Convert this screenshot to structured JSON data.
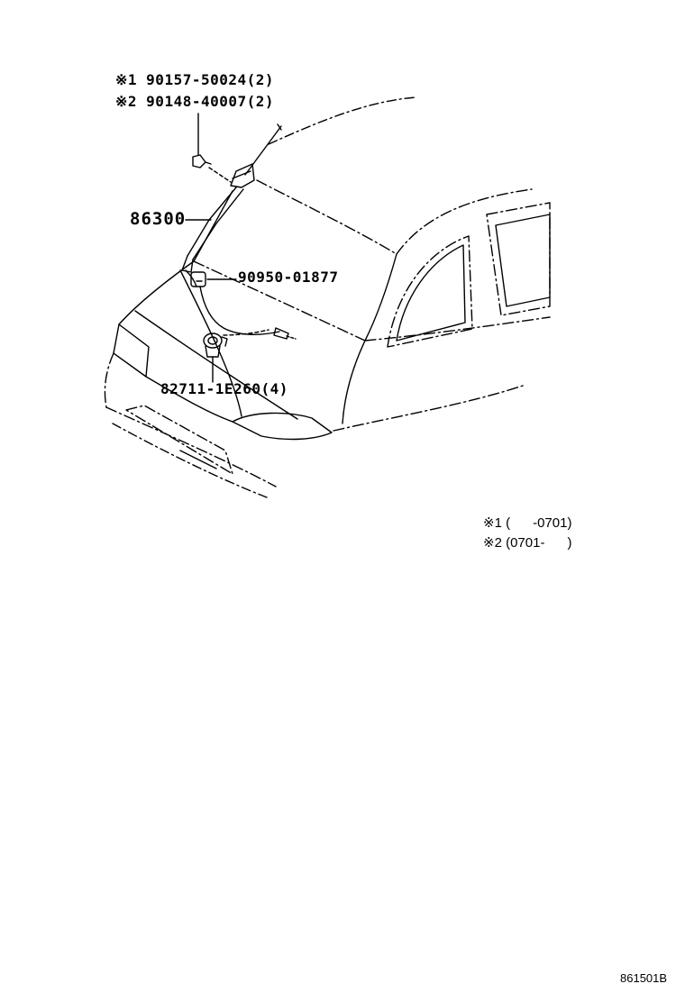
{
  "labels": {
    "bolt_note_1": "※1 90157-50024(2)",
    "bolt_note_2": "※2 90148-40007(2)",
    "antenna": "86300",
    "cord_clamp": "90950-01877",
    "clip": "82711-1E260(4)"
  },
  "legend": {
    "item_1": "※1 (      -0701)",
    "item_2": "※2 (0701-      )"
  },
  "diagram_code": "861501B"
}
